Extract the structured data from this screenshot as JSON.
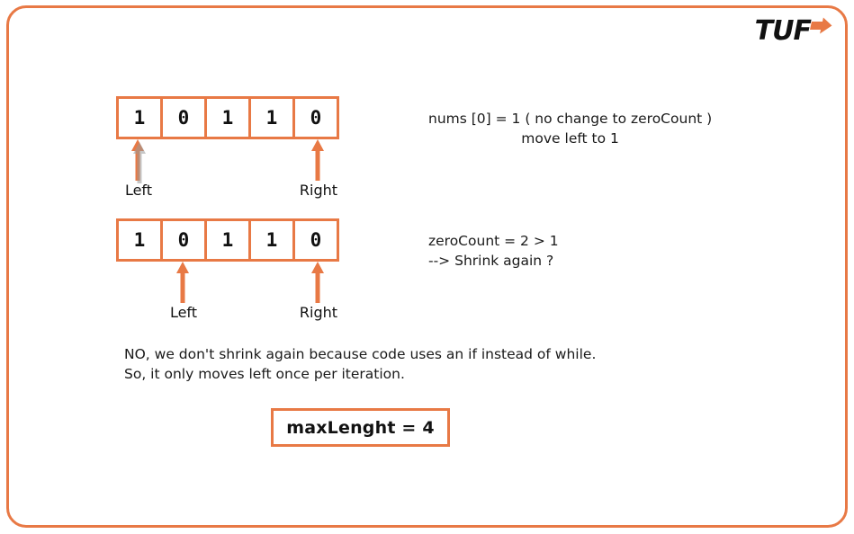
{
  "brand": {
    "name": "TUF",
    "arrow_icon": "arrow-right-icon",
    "accent_color": "#E87945",
    "text_color": "#111111"
  },
  "frame": {
    "border_color": "#E87945"
  },
  "rows": [
    {
      "id": "array-row-1",
      "cells": [
        "1",
        "0",
        "1",
        "1",
        "0"
      ],
      "pointers": [
        {
          "label": "Left",
          "index": 0,
          "has_shadow": true
        },
        {
          "label": "Right",
          "index": 4,
          "has_shadow": false
        }
      ],
      "note_lines": [
        "nums [0] = 1   ( no change to zeroCount )",
        "move left to 1"
      ]
    },
    {
      "id": "array-row-2",
      "cells": [
        "1",
        "0",
        "1",
        "1",
        "0"
      ],
      "pointers": [
        {
          "label": "Left",
          "index": 1,
          "has_shadow": false
        },
        {
          "label": "Right",
          "index": 4,
          "has_shadow": false
        }
      ],
      "note_lines": [
        "zeroCount = 2 > 1",
        "--> Shrink again ?"
      ]
    }
  ],
  "explanation": {
    "line1": "NO, we don't shrink again because code uses an if instead of while.",
    "line2": "So, it only moves left once per iteration."
  },
  "result": {
    "text": "maxLenght = 4"
  }
}
